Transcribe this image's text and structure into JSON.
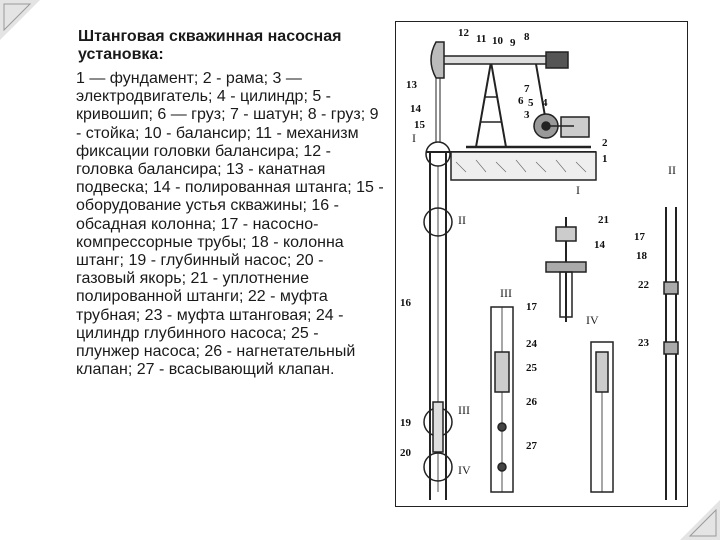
{
  "title": "Штанговая скважинная насосная установка:",
  "legend": "1 — фундамент; 2 - рама; 3 — электродвигатель; 4 - цилиндр; 5 - кривошип; 6 — груз; 7 - шатун; 8 - груз; 9 - стойка; 10 - балансир; 11 - механизм фиксации головки балансира; 12 - головка балансира; 13 - канатная подвеска; 14 - полированная штанга; 15 - оборудование устья скважины; 16 - обсадная колонна; 17 - насосно-компрессорные трубы; 18 - колонна штанг; 19 - глубинный насос; 20 - газовый якорь; 21 - уплотнение полированной штанги; 22 - муфта трубная; 23 - муфта штанговая; 24 - цилиндр глубинного насоса; 25 - плунжер насоса; 26 - нагнетательный клапан; 27 - всасывающий клапан.",
  "colors": {
    "background": "#ffffff",
    "text": "#1a1a1a",
    "line": "#222222",
    "corner_decor": "#9a9a9a"
  },
  "figure": {
    "callouts": {
      "n12": "12",
      "n11": "11",
      "n10": "10",
      "n9": "9",
      "n8": "8",
      "n13": "13",
      "n7": "7",
      "n6": "6",
      "n5": "5",
      "n4": "4",
      "n3": "3",
      "n14": "14",
      "n15": "15",
      "n2": "2",
      "n1": "1",
      "n16": "16",
      "n21": "21",
      "n14b": "14",
      "n17": "17",
      "n24": "24",
      "n25": "25",
      "n26": "26",
      "n27": "27",
      "n19": "19",
      "n20": "20",
      "n17r": "17",
      "n18": "18",
      "n22": "22",
      "n23": "23"
    },
    "section_marks": {
      "i_a": "I",
      "i_b": "I",
      "ii_a": "II",
      "ii_b": "II",
      "iii_a": "III",
      "iii_b": "III",
      "iv_a": "IV",
      "iv_b": "IV"
    }
  }
}
